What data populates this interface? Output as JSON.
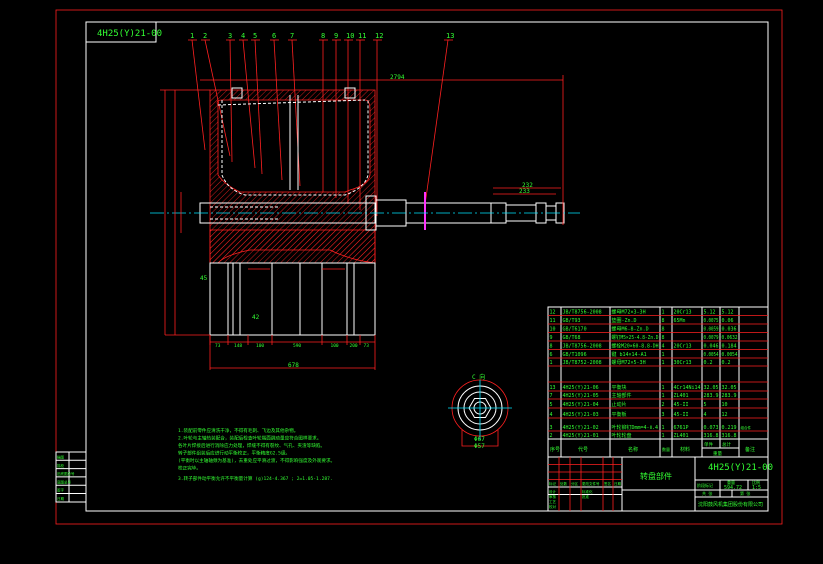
{
  "drawing": {
    "corner_code": "4H25(Y)21-00",
    "balloons": [
      "1",
      "2",
      "3",
      "4",
      "5",
      "6",
      "7",
      "8",
      "9",
      "10",
      "11",
      "12",
      "13"
    ],
    "dimensions": {
      "overall_length": "2794",
      "body_width": "678",
      "shaft_end_1": "232",
      "shaft_end_2": "233",
      "offset": "45",
      "gap": "42",
      "bottom_chain": [
        "73",
        "148",
        "100",
        "590",
        "100",
        "200",
        "73"
      ],
      "section_label": "C  向",
      "section_dim_1": "Φ67",
      "section_dim_2": "Φ57"
    },
    "colors": {
      "frame": "#ff2020",
      "lines": "#ffffff",
      "text": "#33ff33",
      "center": "#00e5ff",
      "mark": "#ff33ff"
    }
  },
  "notes": [
    "1.装配前零件应清洗干净，不得有毛刺、飞边及其他杂物。",
    "2.叶轮与主轴热装配合，装配后检查叶轮端面跳动量应符合图样要求。",
    "各叶片焊接后进行消除应力处理，焊缝不得有裂纹、气孔、夹渣等缺陷。",
    "转子部件组装后应进行动平衡校正，平衡精度G2.5级。",
    "(平衡时以主轴轴颈为基准)，去重处应平滑过渡，不得影响强度及外观要求。",
    "校正完毕。",
    "3.转子部件动平衡允许不平衡量计算 (g)124-4.367 ; 2=1.05-1.287."
  ],
  "left_strip": [
    "描图",
    "描校",
    "旧底图总号",
    "底图总号",
    "签字",
    "日期"
  ],
  "parts_table": {
    "rows": [
      [
        "12",
        "JB/T8756-2008",
        "螺母M72×3-3H",
        "1",
        "20Cr13",
        "5.12",
        "5.12",
        ""
      ],
      [
        "11",
        "GB/T93",
        "垫圈-Zn.D",
        "8",
        "65Mn",
        "0.0075",
        "0.06",
        ""
      ],
      [
        "10",
        "GB/T6170",
        "螺母M6-8-Zn.D",
        "8",
        "",
        "0.0059",
        "0.036",
        ""
      ],
      [
        "9",
        "GB/T68",
        "螺钉M5×25-4.8-Zn.D",
        "8",
        "",
        "0.0079",
        "0.0632",
        ""
      ],
      [
        "8",
        "JB/T8756-2008",
        "螺栓M20×60-8.8-DH",
        "4",
        "20Cr13",
        "0.046",
        "0.184",
        ""
      ],
      [
        "6",
        "GB/T1096",
        "键 b14×14-A1",
        "1",
        "",
        "0.0054",
        "0.0054",
        ""
      ],
      [
        "1",
        "JB/T8752-2008",
        "螺母M72×5-3H",
        "1",
        "30Cr13",
        "0.2",
        "0.2",
        ""
      ],
      [
        "",
        "",
        "",
        "",
        "",
        "",
        "",
        ""
      ],
      [
        "13",
        "4H25(Y)21-06",
        "平衡块",
        "1",
        "4Cr14Ni14",
        "32.05",
        "32.05",
        ""
      ],
      [
        "7",
        "4H25(Y)21-05",
        "主轴部件",
        "1",
        "ZL401",
        "283.9",
        "283.9",
        ""
      ],
      [
        "5",
        "4H25(Y)21-04",
        "止动片",
        "2",
        "45-II",
        "5",
        "10",
        ""
      ],
      [
        "4",
        "4H25(Y)21-03",
        "平衡板",
        "3",
        "45-II",
        "4",
        "12",
        ""
      ],
      [
        "3",
        "4H25(Y)21-02",
        "叶轮铆钉Dmm=4-Ⅱ.4",
        "1",
        "6761P",
        "0.073",
        "0.219",
        "组合件"
      ],
      [
        "2",
        "4H25(Y)21-01",
        "叶轮轮盘",
        "1",
        "ZL401",
        "316.8",
        "316.8",
        ""
      ]
    ],
    "header": {
      "no": "序号",
      "code": "代号",
      "name": "名称",
      "qty": "数量",
      "material": "材料",
      "single": "单件",
      "total": "总计",
      "weight": "重量",
      "remark": "备注"
    }
  },
  "title_block": {
    "title": "转盘部件",
    "drawing_no": "4H25(Y)21-00",
    "stage_mark": "阶段标记",
    "weight_label": "重量",
    "scale_label": "比例",
    "weight": "594.72",
    "scale": "1:5",
    "sheets": "共  张",
    "sheet": "第  张",
    "company": "沈阳鼓风机集团股份有限公司",
    "sig_header": [
      "标记",
      "处数",
      "分区",
      "更改文件号",
      "签名",
      "日期"
    ],
    "sig_rows": [
      [
        "设计",
        "",
        "标准化"
      ],
      [
        "审核",
        "",
        "批准"
      ],
      [
        "工艺",
        "",
        ""
      ],
      [
        "校对",
        "",
        ""
      ]
    ]
  }
}
